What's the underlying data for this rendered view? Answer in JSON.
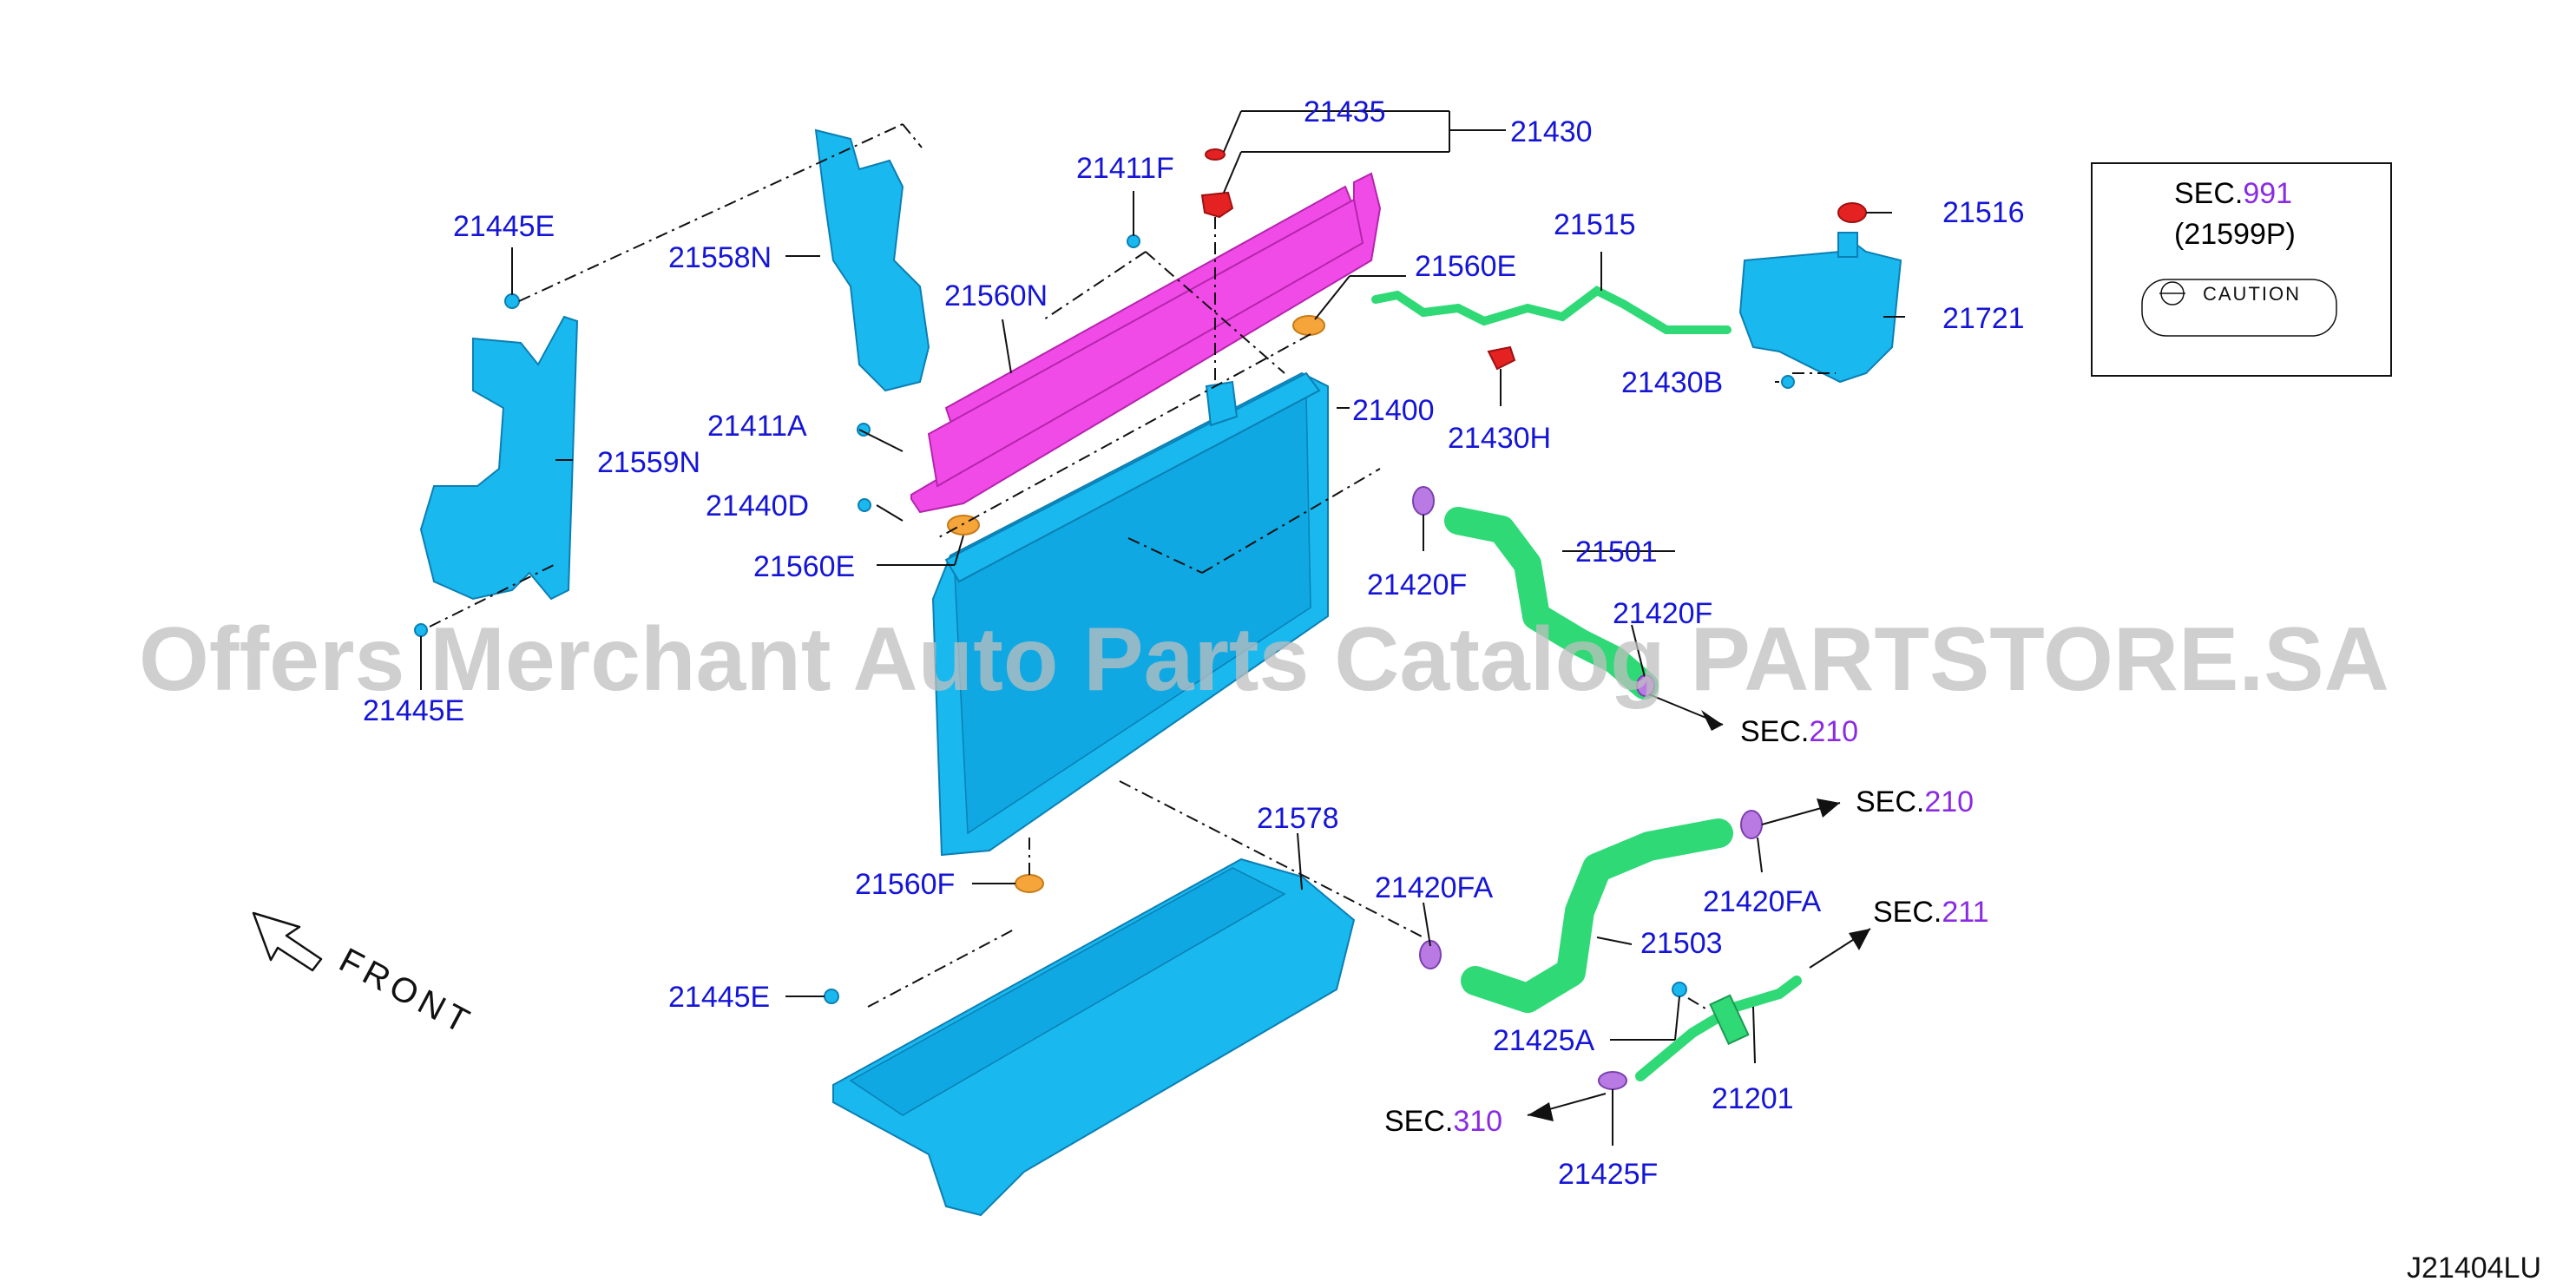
{
  "part_labels": {
    "p21435": "21435",
    "p21430": "21430",
    "p21411F": "21411F",
    "p21445E_top": "21445E",
    "p21558N": "21558N",
    "p21560N": "21560N",
    "p21560E_top": "21560E",
    "p21515": "21515",
    "p21516": "21516",
    "p21721": "21721",
    "p21430B": "21430B",
    "p21430H": "21430H",
    "p21400": "21400",
    "p21411A": "21411A",
    "p21559N": "21559N",
    "p21440D": "21440D",
    "p21560E_left": "21560E",
    "p21501": "21501",
    "p21420F_left": "21420F",
    "p21420F_right": "21420F",
    "p21445E_left": "21445E",
    "p21578": "21578",
    "p21560F": "21560F",
    "p21420FA_left": "21420FA",
    "p21420FA_right": "21420FA",
    "p21503": "21503",
    "p21445E_bottom": "21445E",
    "p21425A": "21425A",
    "p21201": "21201",
    "p21425F": "21425F"
  },
  "sections": {
    "s1": {
      "prefix": "SEC.",
      "num": "210"
    },
    "s2": {
      "prefix": "SEC.",
      "num": "210"
    },
    "s3": {
      "prefix": "SEC.",
      "num": "211"
    },
    "s4": {
      "prefix": "SEC.",
      "num": "310"
    }
  },
  "caution_box": {
    "sec_prefix": "SEC.",
    "sec_num": "991",
    "part": "(21599P)",
    "label": "CAUTION"
  },
  "front_label": "FRONT",
  "watermark": "Offers Merchant Auto Parts Catalog PARTSTORE.SA",
  "diagram_id": "J21404LU",
  "colors": {
    "label": "#1515d6",
    "section_number": "#8a2be2",
    "radiator": "#19b8ee",
    "support": "#f04be6",
    "hose": "#2fd976",
    "seal": "#f5a53a",
    "cap": "#e52222",
    "clamp": "#b97ae3"
  }
}
